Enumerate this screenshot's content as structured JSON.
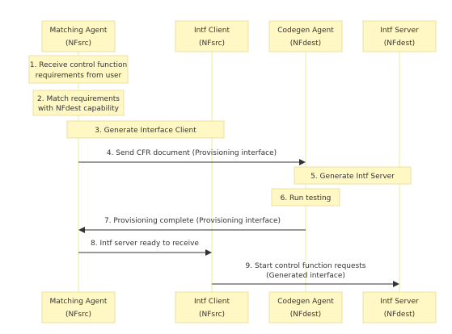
{
  "actors": [
    {
      "name": "Matching Agent",
      "role": "(NFsrc)"
    },
    {
      "name": "Intf Client",
      "role": "(NFsrc)"
    },
    {
      "name": "Codegen Agent",
      "role": "(NFdest)"
    },
    {
      "name": "Intf Server",
      "role": "(NFdest)"
    }
  ],
  "notes": [
    {
      "lines": [
        "1. Receive control function",
        "requirements from user"
      ]
    },
    {
      "lines": [
        "2. Match requirements",
        "with NFdest capability"
      ]
    },
    {
      "lines": [
        "3. Generate Interface Client"
      ]
    },
    {
      "lines": [
        "5. Generate Intf Server"
      ]
    },
    {
      "lines": [
        "6. Run testing"
      ]
    }
  ],
  "messages": [
    {
      "lines": [
        "4. Send CFR document (Provisioning interface)"
      ]
    },
    {
      "lines": [
        "7. Provisioning complete (Provisioning interface)"
      ]
    },
    {
      "lines": [
        "8. Intf server ready to receive"
      ]
    },
    {
      "lines": [
        "9. Start control function requests",
        "(Generated interface)"
      ]
    }
  ],
  "colors": {
    "actor_fill": "#fff8c4",
    "lifeline": "#ecec9a",
    "arrow": "#333333"
  }
}
